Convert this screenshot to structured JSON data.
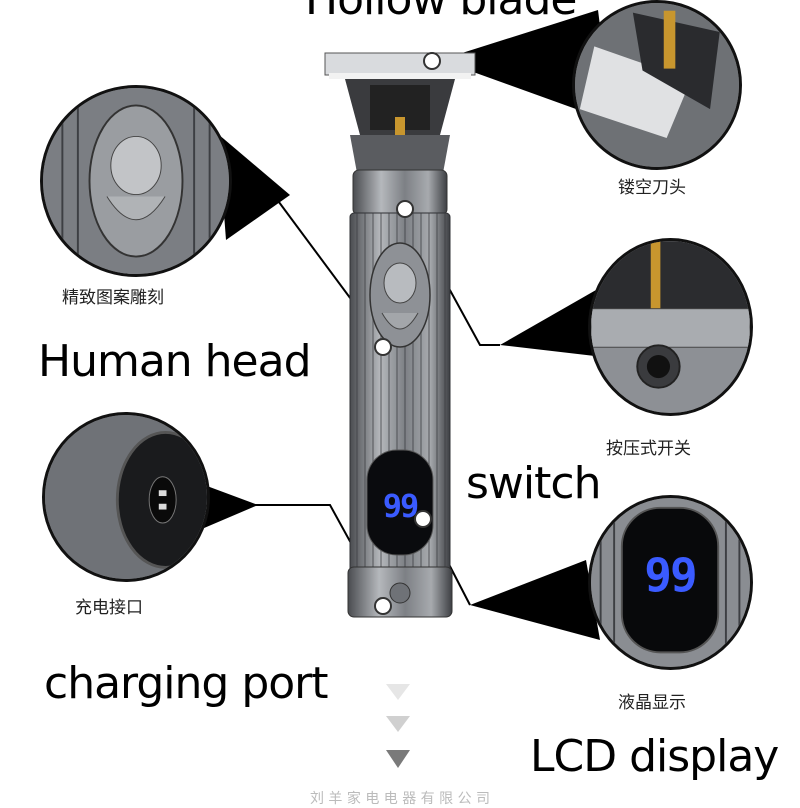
{
  "labels": {
    "hollow_blade": "Hollow blade",
    "human_head": "Human head",
    "switch": "switch",
    "charging_port": "charging port",
    "lcd_display": "LCD display"
  },
  "captions_cn": {
    "hollow_blade": "镂空刀头",
    "human_head": "精致图案雕刻",
    "switch": "按压式开关",
    "charging_port": "充电接口",
    "lcd_display": "液晶显示"
  },
  "display_value": "99",
  "footer": "刘 羊 家 电 电 器 有 限 公 司",
  "colors": {
    "display_digits": "#3a5bff",
    "metal": "#8a8d92",
    "blade_gold": "#c8962e"
  }
}
